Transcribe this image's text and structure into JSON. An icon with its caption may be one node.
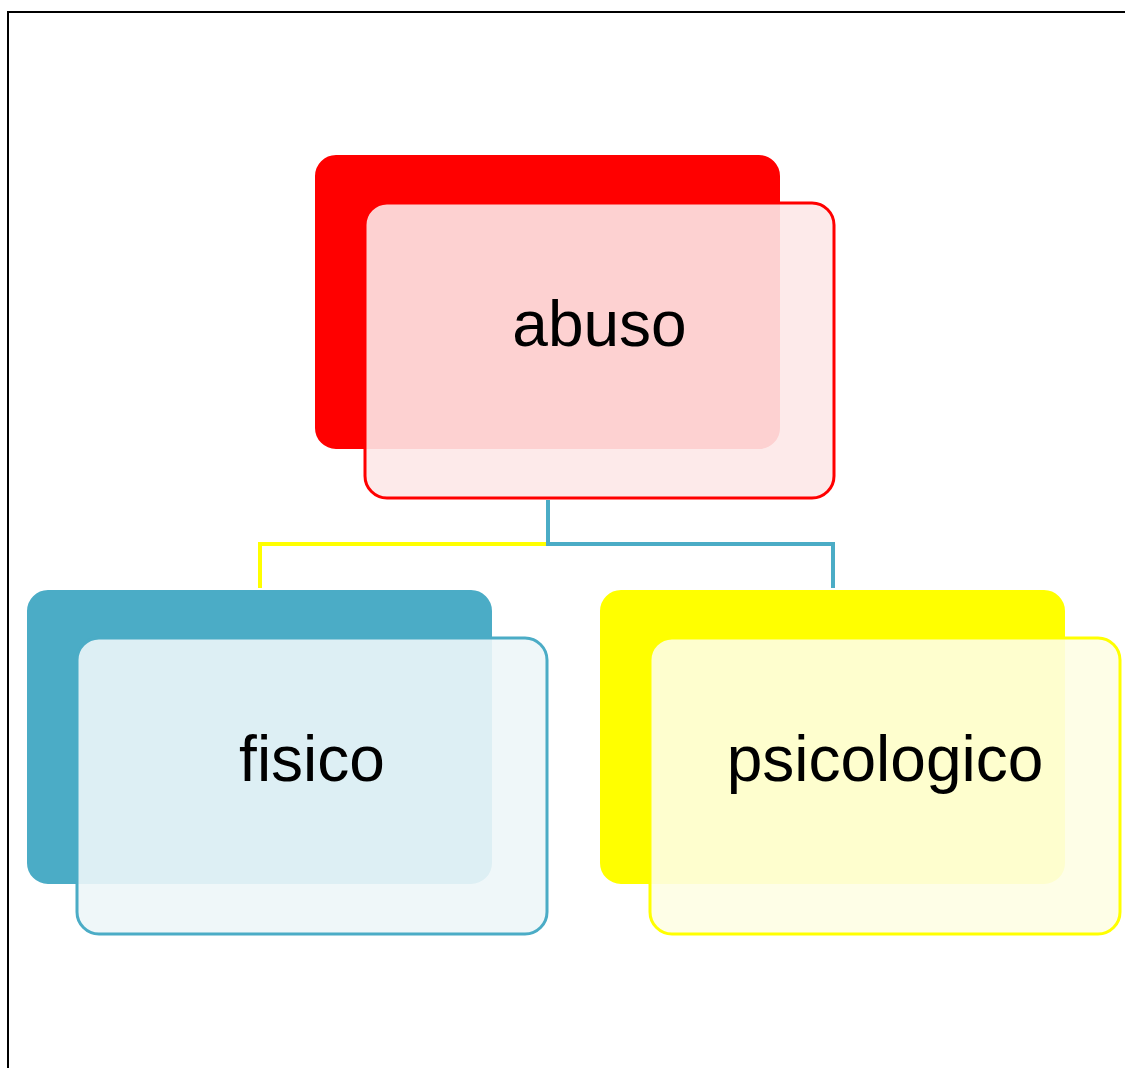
{
  "diagram": {
    "nodes": [
      {
        "text": [
          "abuso"
        ]
      },
      {
        "text": [
          "fisico"
        ]
      },
      {
        "text": [
          "psicologico"
        ]
      }
    ],
    "edges": [
      {
        "from": 0,
        "to": 1,
        "arrow": "none",
        "color": "#ffff00"
      },
      {
        "from": 0,
        "to": 2,
        "arrow": "none",
        "color": "#4bacc6"
      }
    ]
  }
}
